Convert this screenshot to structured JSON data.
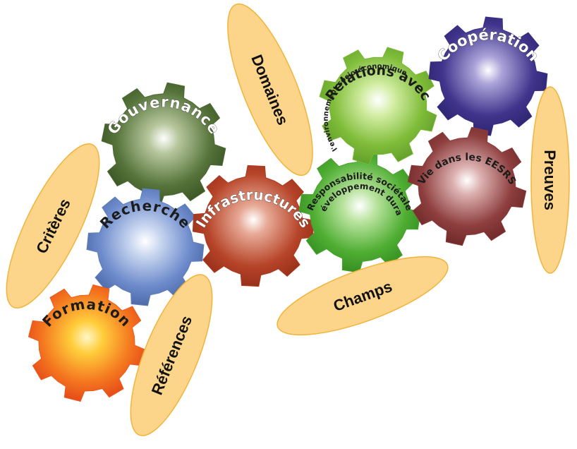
{
  "gears": {
    "gouvernance": {
      "label": "Gouvernance",
      "color": "#4f6b35"
    },
    "recherche": {
      "label": "Recherche",
      "color": "#5f7fbf"
    },
    "formation": {
      "label": "Formation",
      "color": "#ee5a1c"
    },
    "infrastructures": {
      "label": "Infrastructures",
      "color": "#b03a22"
    },
    "responsabilite": {
      "line1": "Responsabilité sociétale",
      "line2": "et développement durable",
      "color": "#4aa332"
    },
    "relations": {
      "line1": "Relations avec",
      "line2": "l'environnement socio-économique",
      "color": "#78b936"
    },
    "cooperation": {
      "label": "Coopération",
      "color": "#3a2f86"
    },
    "vie": {
      "label": "Vie dans les EESRS",
      "color": "#8b3a3a"
    }
  },
  "pills": {
    "criteres": "Critères",
    "references": "Références",
    "domaines": "Domaines",
    "champs": "Champs",
    "preuves": "Preuves"
  },
  "colors": {
    "pill_fill": "#fdd58a",
    "pill_stroke": "#f1b43a"
  }
}
